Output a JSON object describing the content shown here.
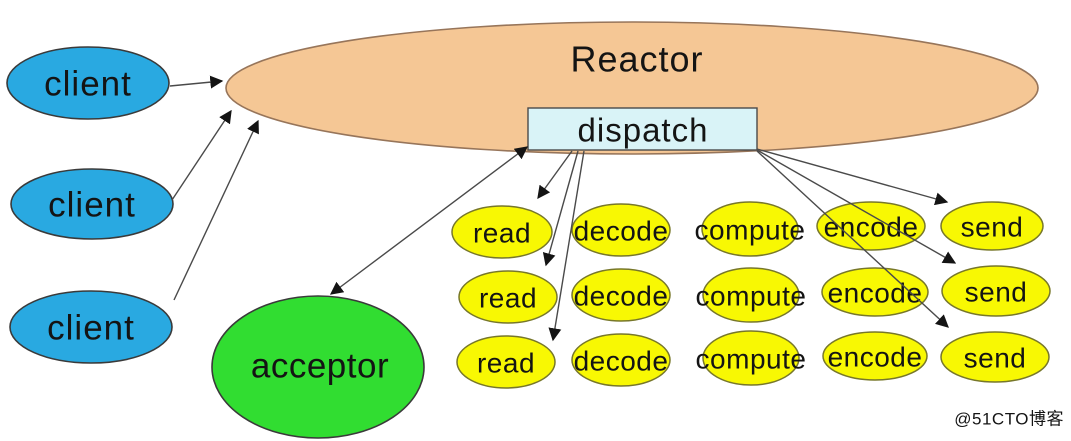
{
  "colors": {
    "client": "#29A9E1",
    "reactor": "#F5C795",
    "dispatch": "#D9F3F7",
    "acceptor": "#31DD31",
    "stage": "#F8F803",
    "arrow": "#4a4a4a",
    "watermark": "#cccccc"
  },
  "nodes": {
    "clients": [
      {
        "label": "client"
      },
      {
        "label": "client"
      },
      {
        "label": "client"
      }
    ],
    "reactor": {
      "label": "Reactor"
    },
    "dispatch": {
      "label": "dispatch"
    },
    "acceptor": {
      "label": "acceptor"
    },
    "rows": [
      {
        "stages": [
          "read",
          "decode",
          "compute",
          "encode",
          "send"
        ]
      },
      {
        "stages": [
          "read",
          "decode",
          "compute",
          "encode",
          "send"
        ]
      },
      {
        "stages": [
          "read",
          "decode",
          "compute",
          "encode",
          "send"
        ]
      }
    ]
  },
  "watermark": {
    "text": "@51CTO博客"
  }
}
